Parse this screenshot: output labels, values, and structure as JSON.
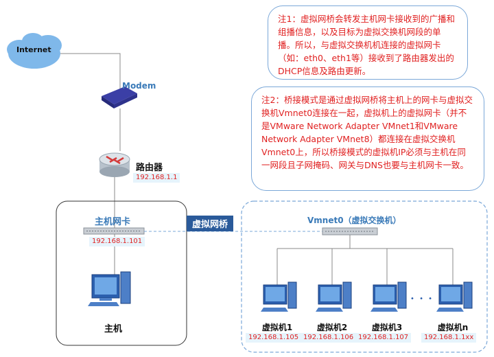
{
  "notes": {
    "note1": "注1：虚拟网桥会转发主机网卡接收到的广播和组播信息，以及目标为虚拟交换机网段的单播。所以，与虚拟交换机机连接的虚拟网卡（如：eth0、eth1等）接收到了路由器发出的DHCP信息及路由更新。",
    "note2": "注2：桥接模式是通过虚拟网桥将主机上的网卡与虚拟交换机Vmnet0连接在一起，虚拟机上的虚拟网卡（并不是VMware Network Adapter VMnet1和VMware Network Adapter VMnet8）都连接在虚拟交换机Vmnet0上，所以桥接模式的虚拟机IP必须与主机在同一网段且子网掩码、网关与DNS也要与主机网卡一致。"
  },
  "internet": {
    "label": "Internet"
  },
  "modem": {
    "label": "Modem"
  },
  "router": {
    "label": "路由器",
    "ip": "192.168.1.1"
  },
  "host": {
    "nic_label": "主机网卡",
    "nic_ip": "192.168.1.101",
    "label": "主机"
  },
  "bridge": {
    "label": "虚拟网桥"
  },
  "vswitch": {
    "label": "Vmnet0（虚拟交换机）"
  },
  "vms": [
    {
      "name": "虚拟机1",
      "ip": "192.168.1.105"
    },
    {
      "name": "虚拟机2",
      "ip": "192.168.1.106"
    },
    {
      "name": "虚拟机3",
      "ip": "192.168.1.107"
    },
    {
      "name": "虚拟机n",
      "ip": "192.168.1.1xx"
    }
  ],
  "ellipsis": "• • •",
  "colors": {
    "note_text": "#e02020",
    "frame_blue": "#7aa7d8",
    "bridge_bg": "#2a5a9a",
    "ip_bg": "#e6f4fc"
  }
}
